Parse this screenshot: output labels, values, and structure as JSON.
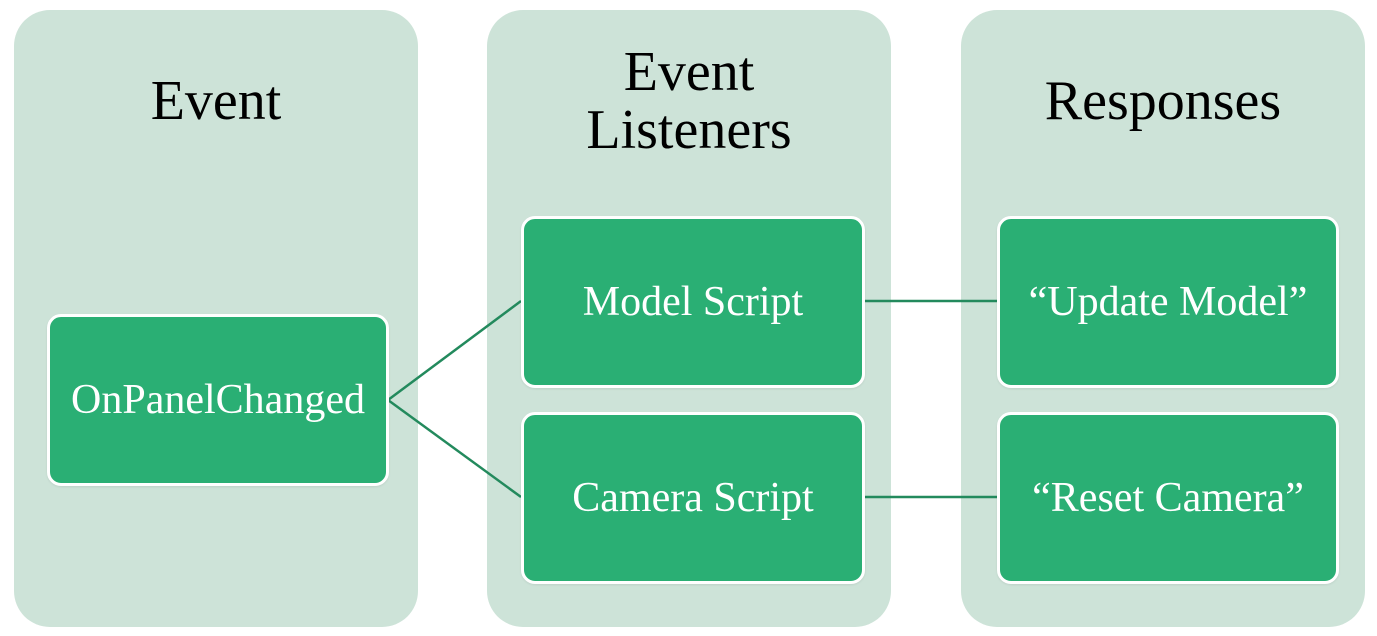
{
  "colors": {
    "column_background": "#cde3d8",
    "node_fill": "#2aaf74",
    "node_text": "#ffffff",
    "connector": "#238a5d"
  },
  "columns": {
    "event": {
      "title": "Event"
    },
    "listeners": {
      "title": "Event\nListeners"
    },
    "responses": {
      "title": "Responses"
    }
  },
  "nodes": {
    "onpanelchanged": "OnPanelChanged",
    "model_script": "Model Script",
    "camera_script": "Camera Script",
    "update_model": "“Update Model”",
    "reset_camera": "“Reset Camera”"
  }
}
